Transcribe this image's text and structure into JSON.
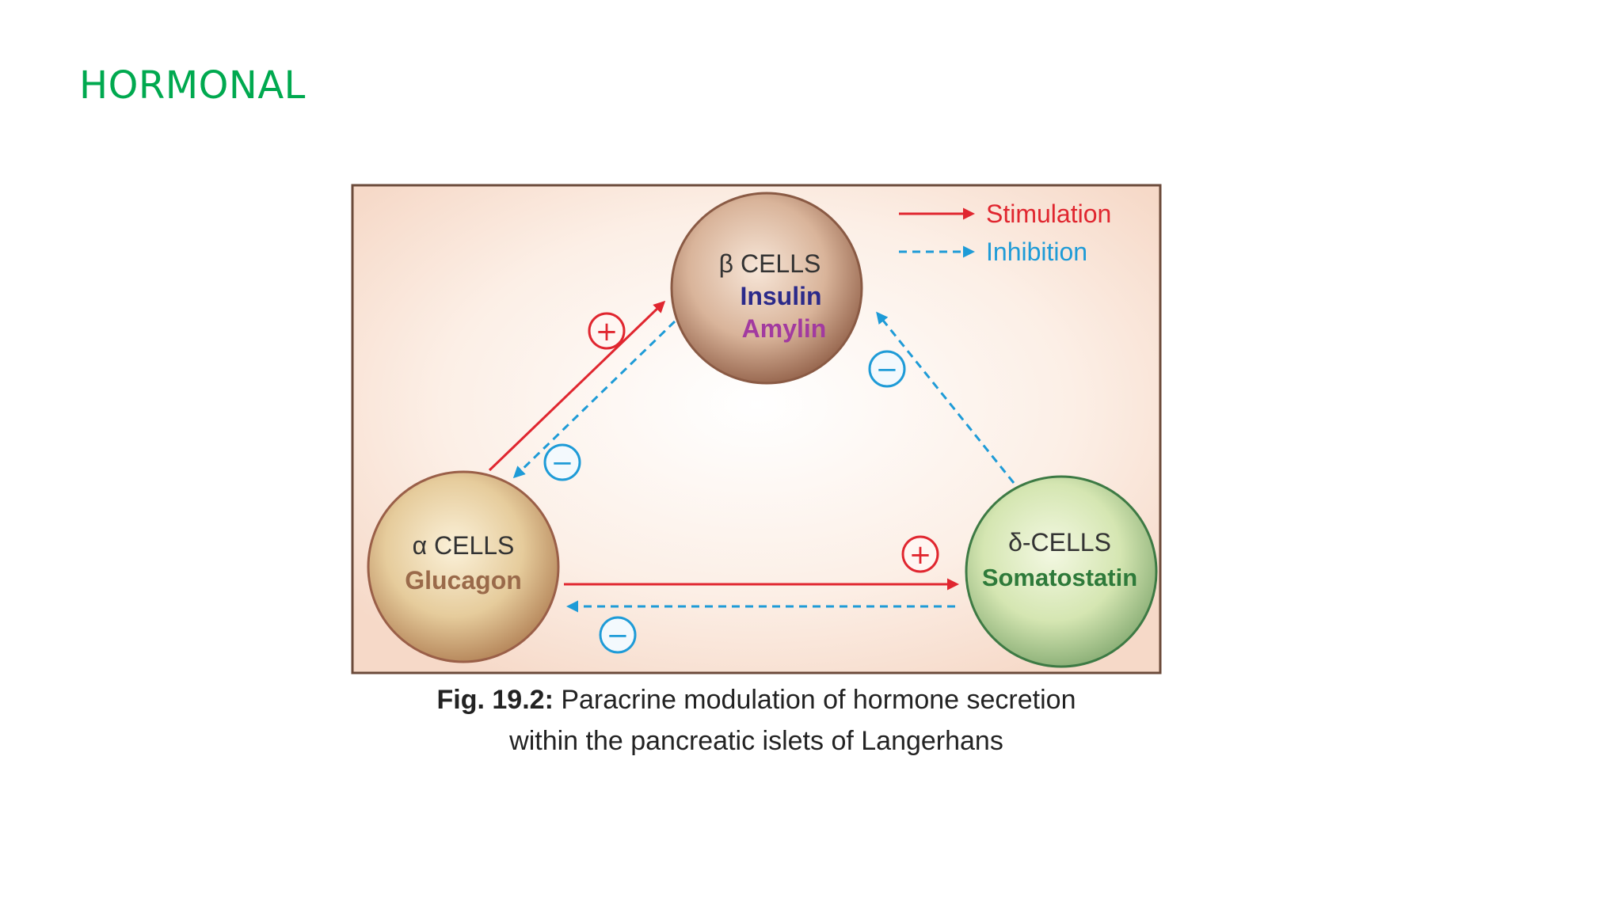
{
  "slide": {
    "title": "HORMONAL"
  },
  "figure": {
    "legend": {
      "stimulation": "Stimulation",
      "inhibition": "Inhibition"
    },
    "beta": {
      "title": "β CELLS",
      "hormone1": "Insulin",
      "hormone2": "Amylin"
    },
    "alpha": {
      "title": "α CELLS",
      "hormone": "Glucagon"
    },
    "delta": {
      "title": "δ-CELLS",
      "hormone": "Somatostatin"
    },
    "signs": {
      "plus": "+",
      "minus": "−"
    },
    "caption": {
      "label": "Fig. 19.2:",
      "line1": "Paracrine modulation of hormone secretion",
      "line2": "within the pancreatic islets of Langerhans"
    },
    "colors": {
      "stimulation": "#e0262f",
      "inhibition": "#1e9bd7",
      "title_green": "#00a94f",
      "insulin": "#2b2a8a",
      "amylin": "#a23aa0",
      "glucagon": "#9a6a4a",
      "somatostatin": "#2e7a3a"
    }
  }
}
